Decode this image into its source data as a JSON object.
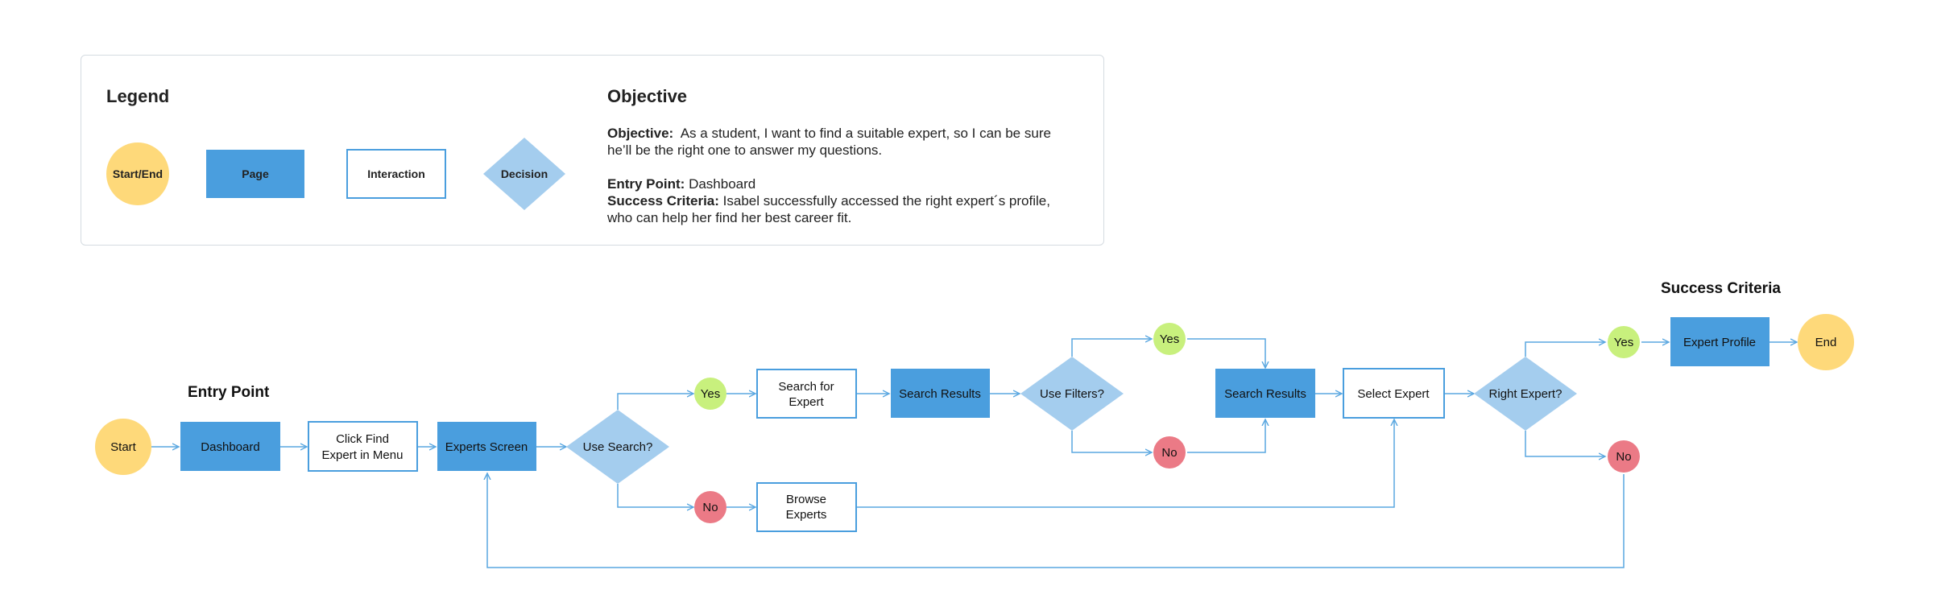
{
  "legend": {
    "title": "Legend",
    "items": {
      "start_end": "Start/End",
      "page": "Page",
      "interaction": "Interaction",
      "decision": "Decision"
    }
  },
  "objective": {
    "title": "Objective",
    "objective_label": "Objective:",
    "objective_text": "As a student, I want to find a suitable expert, so I can be sure he’ll be the right one to answer my questions.",
    "entry_label": "Entry Point:",
    "entry_text": "Dashboard",
    "success_label": "Success Criteria:",
    "success_text": "Isabel successfully accessed the right expert´s profile, who can help her find her best career fit."
  },
  "flow": {
    "entry_point_heading": "Entry Point",
    "success_heading": "Success Criteria",
    "start": "Start",
    "dashboard": "Dashboard",
    "click_find": [
      "Click Find",
      "Expert in Menu"
    ],
    "experts_screen": "Experts Screen",
    "use_search": "Use Search?",
    "yes": "Yes",
    "no": "No",
    "search_for_expert": [
      "Search for",
      "Expert"
    ],
    "browse_experts": [
      "Browse",
      "Experts"
    ],
    "search_results": "Search Results",
    "use_filters": "Use Filters?",
    "search_results_2": "Search Results",
    "select_expert": "Select Expert",
    "right_expert": "Right Expert?",
    "expert_profile": "Expert Profile",
    "end": "End"
  },
  "colors": {
    "page_fill": "#4a9ede",
    "decision_fill": "#a4cdee",
    "start_end_fill": "#fed97a",
    "yes_fill": "#c8f07d",
    "no_fill": "#eb7a86",
    "line": "#5aa7e0"
  }
}
